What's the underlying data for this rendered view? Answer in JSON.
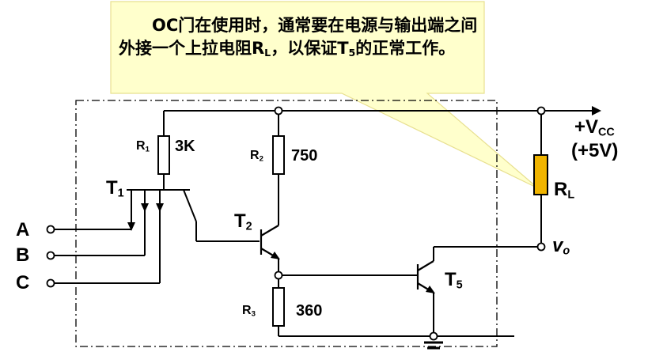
{
  "callout": {
    "text_before_rl": "OC门在使用时，通常要在电源与输出端之间外接一个上拉电阻R",
    "rl_sub": "L",
    "text_mid": "，以保证T",
    "t5_sub": "5",
    "text_after": "的正常工作。"
  },
  "components": {
    "r1": {
      "name": "R",
      "sub": "1",
      "value": "3K"
    },
    "r2": {
      "name": "R",
      "sub": "2",
      "value": "750"
    },
    "r3": {
      "name": "R",
      "sub": "3",
      "value": "360"
    },
    "rl": {
      "name": "R",
      "sub": "L"
    },
    "t1": {
      "name": "T",
      "sub": "1"
    },
    "t2": {
      "name": "T",
      "sub": "2"
    },
    "t5": {
      "name": "T",
      "sub": "5"
    }
  },
  "inputs": [
    "A",
    "B",
    "C"
  ],
  "supply": {
    "label": "+V",
    "sub": "CC",
    "value": "(+5V)"
  },
  "output": {
    "label": "v",
    "sub": "o"
  },
  "colors": {
    "callout_fill": "#FFFFCC",
    "callout_border": "#E8E090",
    "resistor_rl": "#F0B400",
    "wire": "#000000"
  }
}
